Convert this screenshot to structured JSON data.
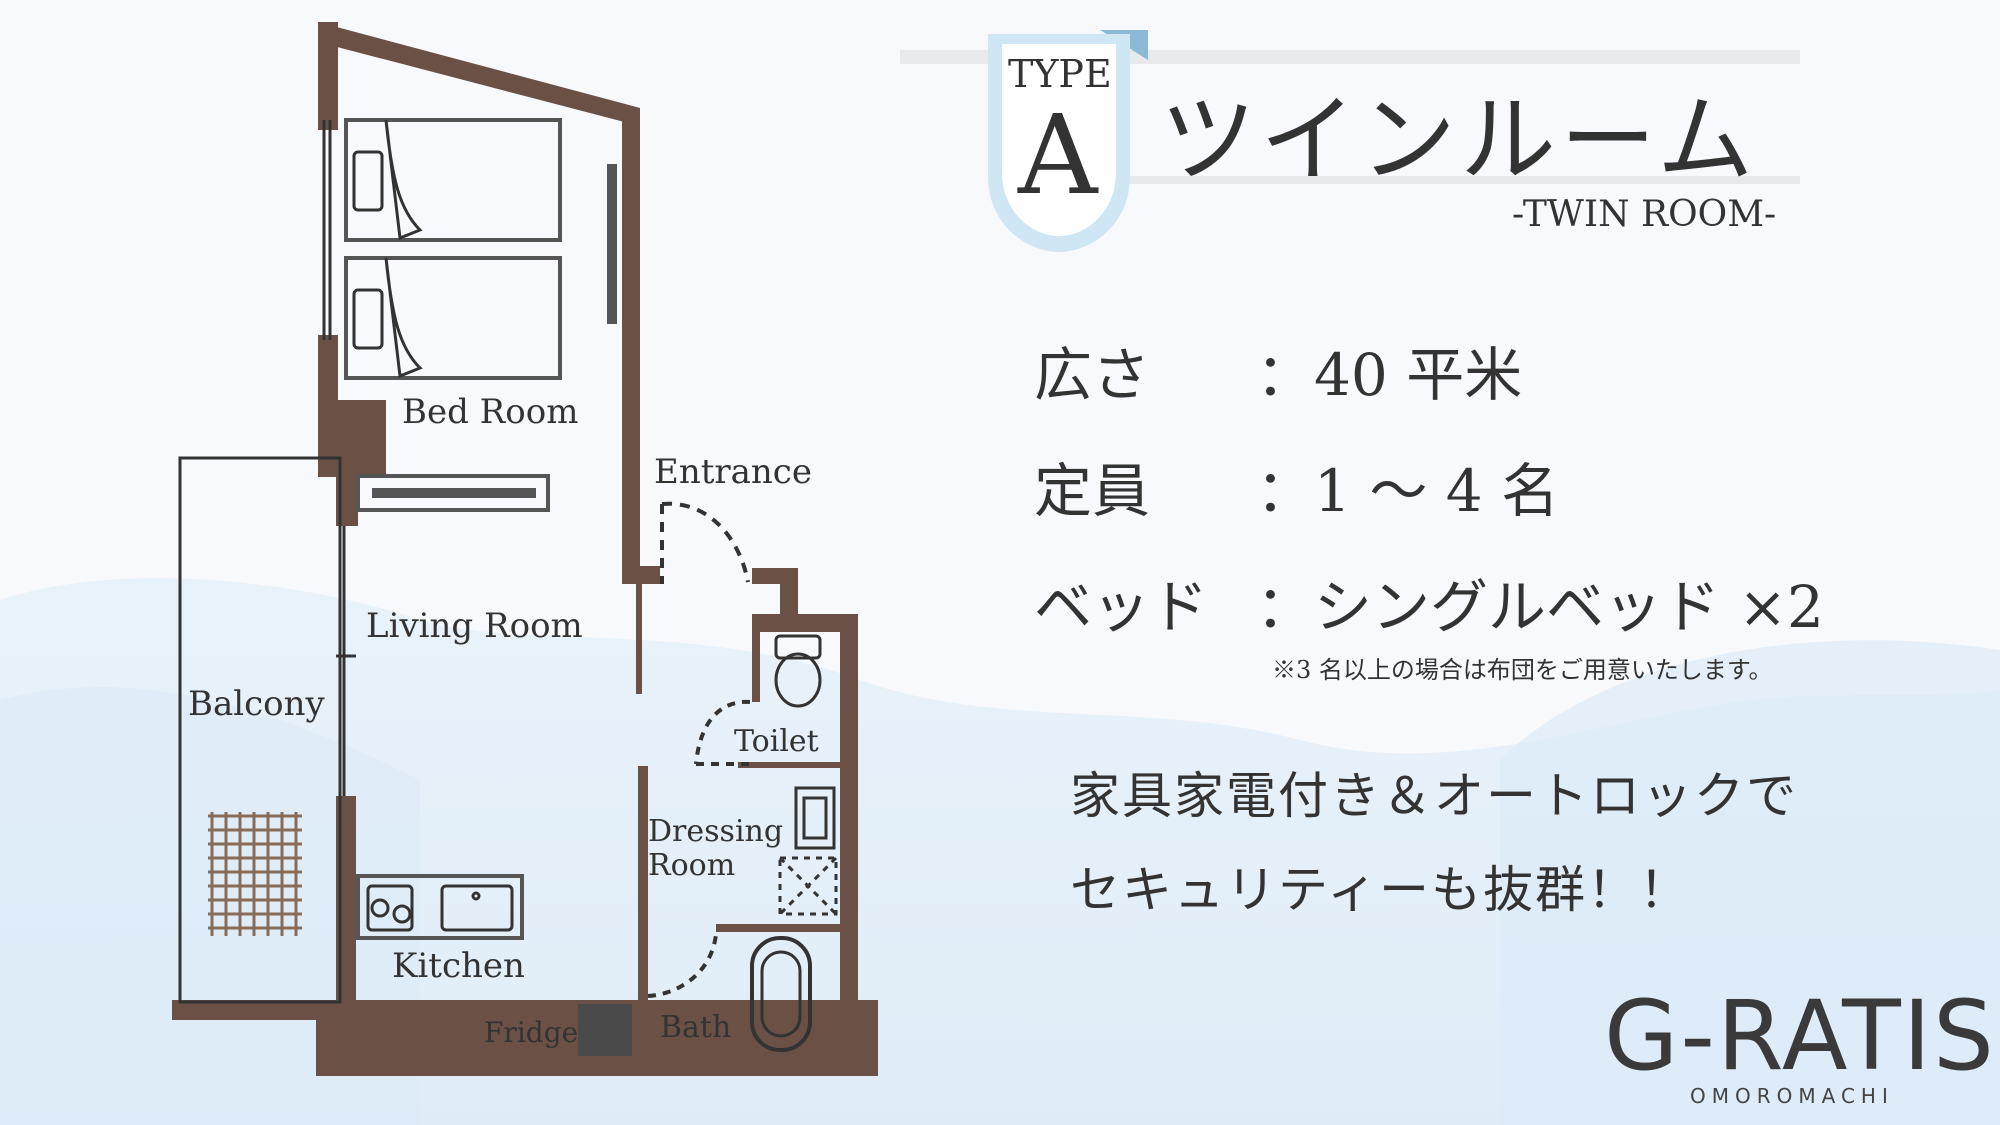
{
  "header": {
    "type_label": "TYPE",
    "type_letter": "A",
    "title": "ツインルーム",
    "subtitle": "-TWIN ROOM-"
  },
  "specs": [
    {
      "key": "広さ",
      "value": "：40 平米"
    },
    {
      "key": "定員",
      "value": "：1 ～ 4 名"
    },
    {
      "key": "ベッド",
      "value": "：シングルベッド ×2"
    }
  ],
  "note": "※3 名以上の場合は布団をご用意いたします。",
  "promo": {
    "line1": "家具家電付き＆オートロックで",
    "line2": "セキュリティーも抜群！！"
  },
  "floorplan": {
    "bed_room": "Bed Room",
    "entrance": "Entrance",
    "living_room": "Living Room",
    "balcony": "Balcony",
    "toilet": "Toilet",
    "dressing_room_1": "Dressing",
    "dressing_room_2": "Room",
    "kitchen": "Kitchen",
    "fridge": "Fridge",
    "bath": "Bath"
  },
  "logo": {
    "name": "G-RATIS",
    "location": "OMOROMACHI"
  },
  "colors": {
    "wall": "#6b5145",
    "badge_border": "#cfe6f5",
    "text": "#333333"
  }
}
